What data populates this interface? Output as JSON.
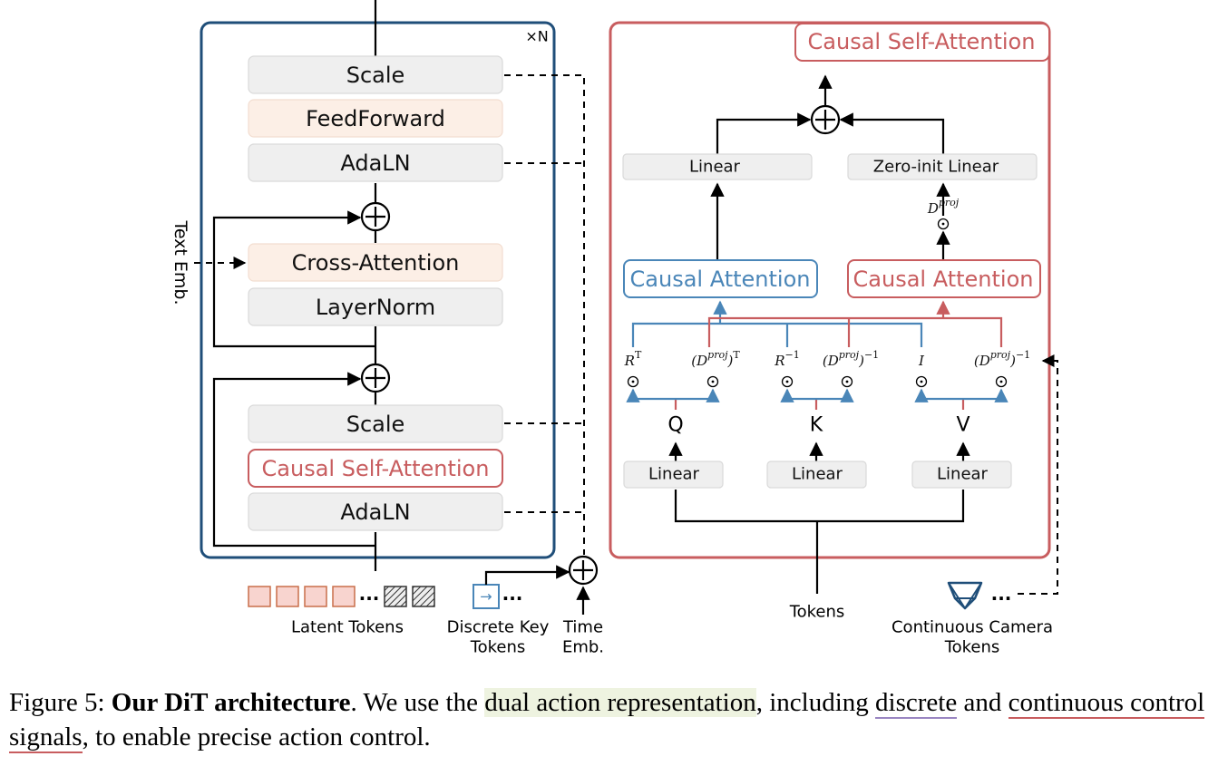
{
  "left_block": {
    "repeat": "×N",
    "scale_top": "Scale",
    "feedforward": "FeedForward",
    "adaln_top": "AdaLN",
    "cross_attention": "Cross-Attention",
    "layernorm": "LayerNorm",
    "scale_bottom": "Scale",
    "causal_self_attention": "Causal Self-Attention",
    "adaln_bottom": "AdaLN",
    "text_emb": "Text Emb."
  },
  "inputs": {
    "latent_tokens": "Latent Tokens",
    "discrete_key_tokens_1": "Discrete Key",
    "discrete_key_tokens_2": "Tokens",
    "time_emb_1": "Time",
    "time_emb_2": "Emb.",
    "tokens": "Tokens",
    "continuous_camera_1": "Continuous Camera",
    "continuous_camera_2": "Tokens",
    "ellipsis": "..."
  },
  "right_block": {
    "title": "Causal Self-Attention",
    "linear_out": "Linear",
    "zero_init_linear": "Zero-init Linear",
    "causal_attention_blue": "Causal Attention",
    "causal_attention_red": "Causal Attention",
    "q": "Q",
    "k": "K",
    "v": "V",
    "linear_q": "Linear",
    "linear_k": "Linear",
    "linear_v": "Linear"
  },
  "caption": {
    "prefix": "Figure 5: ",
    "bold": "Our DiT architecture",
    "part1": ". We use the ",
    "highlight": "dual action representation",
    "part2": ", including ",
    "underline_purple": "discrete",
    "part3": " and ",
    "underline_red": "continuous control signals",
    "part4": ", to enable precise action control."
  },
  "colors": {
    "left_frame": "#1f4e79",
    "right_frame": "#c85d5f",
    "blue_accent": "#4a86b8",
    "red_accent": "#c85d5f",
    "latent_token_fill": "#f8d4cf",
    "box_gray": "#efefef",
    "box_peach": "#fcefe6"
  },
  "icons": [
    "plus-circle-icon",
    "odot-icon",
    "camera-frustum-icon",
    "arrow-key-icon"
  ]
}
